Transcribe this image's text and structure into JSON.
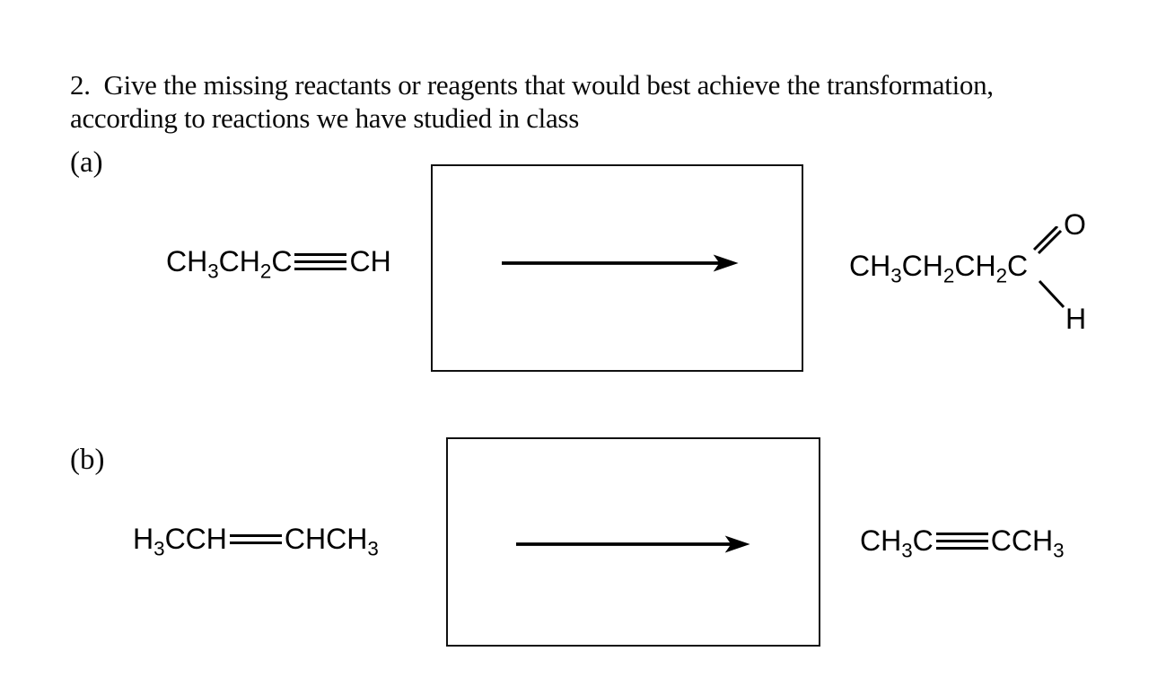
{
  "page": {
    "background": "#ffffff",
    "ink": "#000000"
  },
  "question": {
    "line1": "2.  Give the missing reactants or reagents that would best achieve the transformation,",
    "line2": "according to reactions we have studied in class"
  },
  "parts": {
    "a": {
      "label": "(a)",
      "reactant_formula": "CH_3CH_2C≡CH",
      "answer_box_content": "",
      "product": {
        "chain_formula": "CH_3CH_2CH_2C",
        "carbonyl_atom": "O",
        "aldehyde_h": "H"
      }
    },
    "b": {
      "label": "(b)",
      "reactant_formula": "H_3CCH=CHCH_3",
      "answer_box_content": "",
      "product_formula": "CH_3C≡CCH_3"
    }
  }
}
